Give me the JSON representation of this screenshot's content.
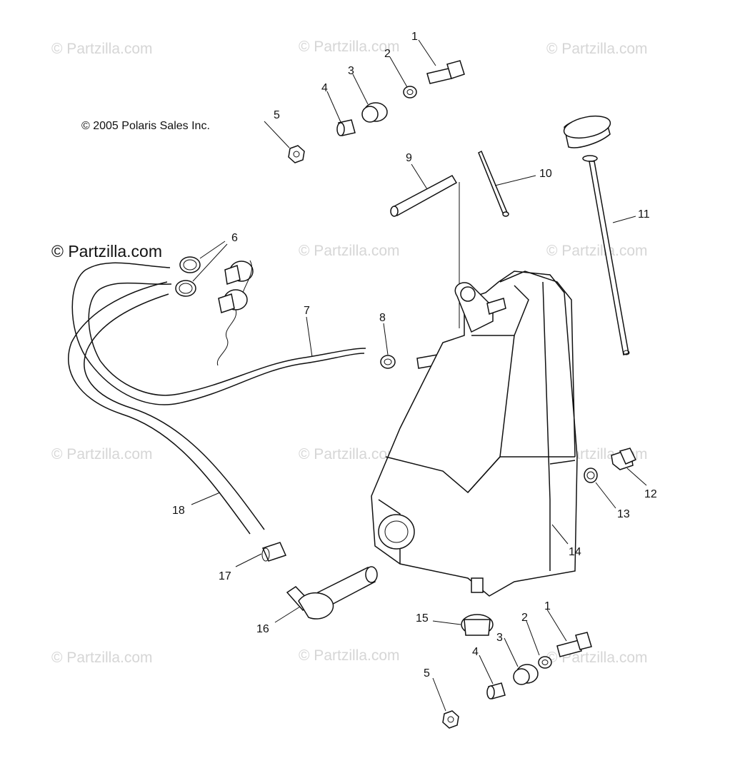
{
  "copyright": "© 2005 Polaris Sales Inc.",
  "watermark_primary": "© Partzilla.com",
  "watermarks": [
    "© Partzilla.com",
    "© Partzilla.com",
    "© Partzilla.com",
    "© Partzilla.com",
    "© Partzilla.com",
    "© Partzilla.com",
    "© Partzilla.com",
    "© Partzilla.com",
    "© Partzilla.com",
    "© Partzilla.com",
    "© Partzilla.com"
  ],
  "callouts": [
    "1",
    "2",
    "3",
    "4",
    "5",
    "6",
    "7",
    "8",
    "9",
    "10",
    "11",
    "12",
    "13",
    "14",
    "15",
    "16",
    "17",
    "18",
    "1",
    "2",
    "3",
    "4",
    "5"
  ]
}
